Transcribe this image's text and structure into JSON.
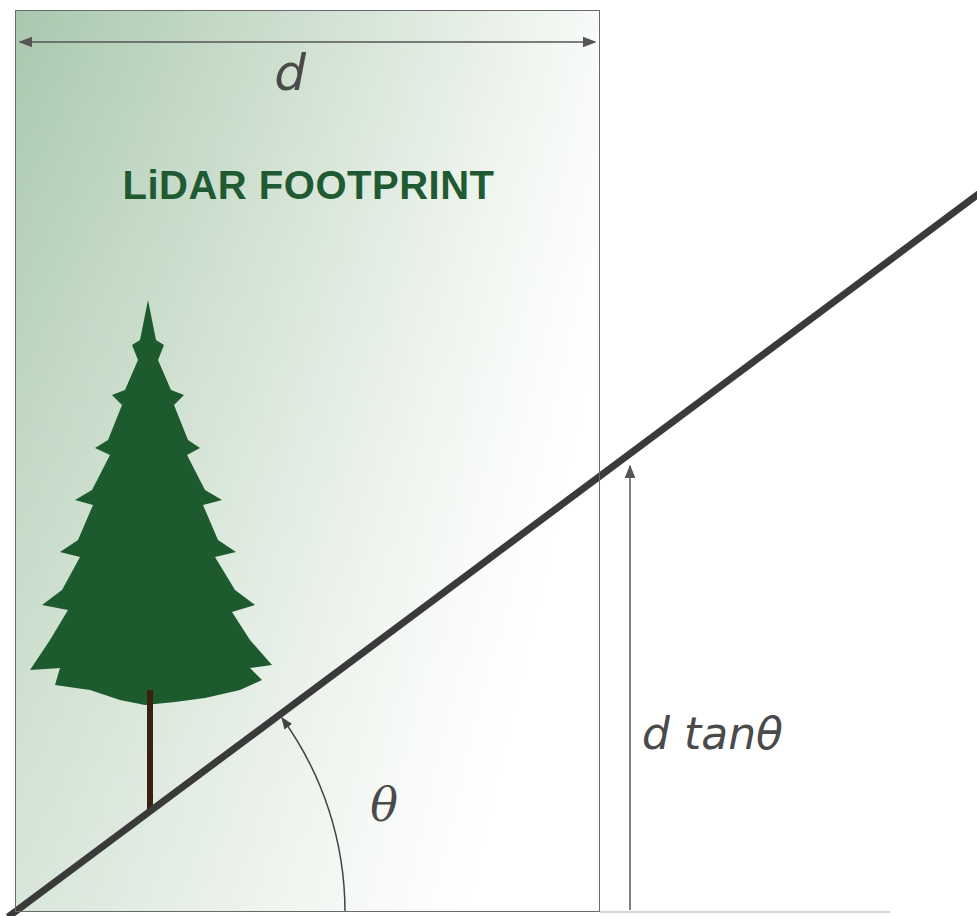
{
  "diagram": {
    "nodes": [
      {
        "text": [
          "LiDAR FOOTPRINT"
        ]
      }
    ],
    "labels": [
      "d",
      "θ",
      "d tanθ"
    ]
  }
}
